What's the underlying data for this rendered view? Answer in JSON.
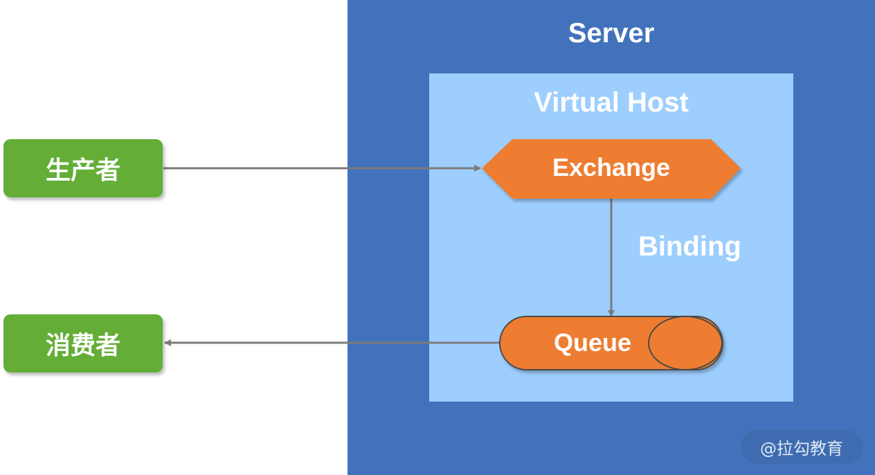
{
  "server": {
    "title": "Server",
    "color": "#4272bb"
  },
  "virtual_host": {
    "title": "Virtual Host",
    "color": "#9dcefe"
  },
  "exchange": {
    "label": "Exchange",
    "color": "#ee7d30"
  },
  "binding": {
    "label": "Binding"
  },
  "queue": {
    "label": "Queue",
    "color": "#ee7d30"
  },
  "producer": {
    "label": "生产者",
    "color": "#64ae38"
  },
  "consumer": {
    "label": "消费者",
    "color": "#64ae38"
  },
  "watermark": {
    "text": "@拉勾教育"
  },
  "arrow_color": "#7b7b7b"
}
